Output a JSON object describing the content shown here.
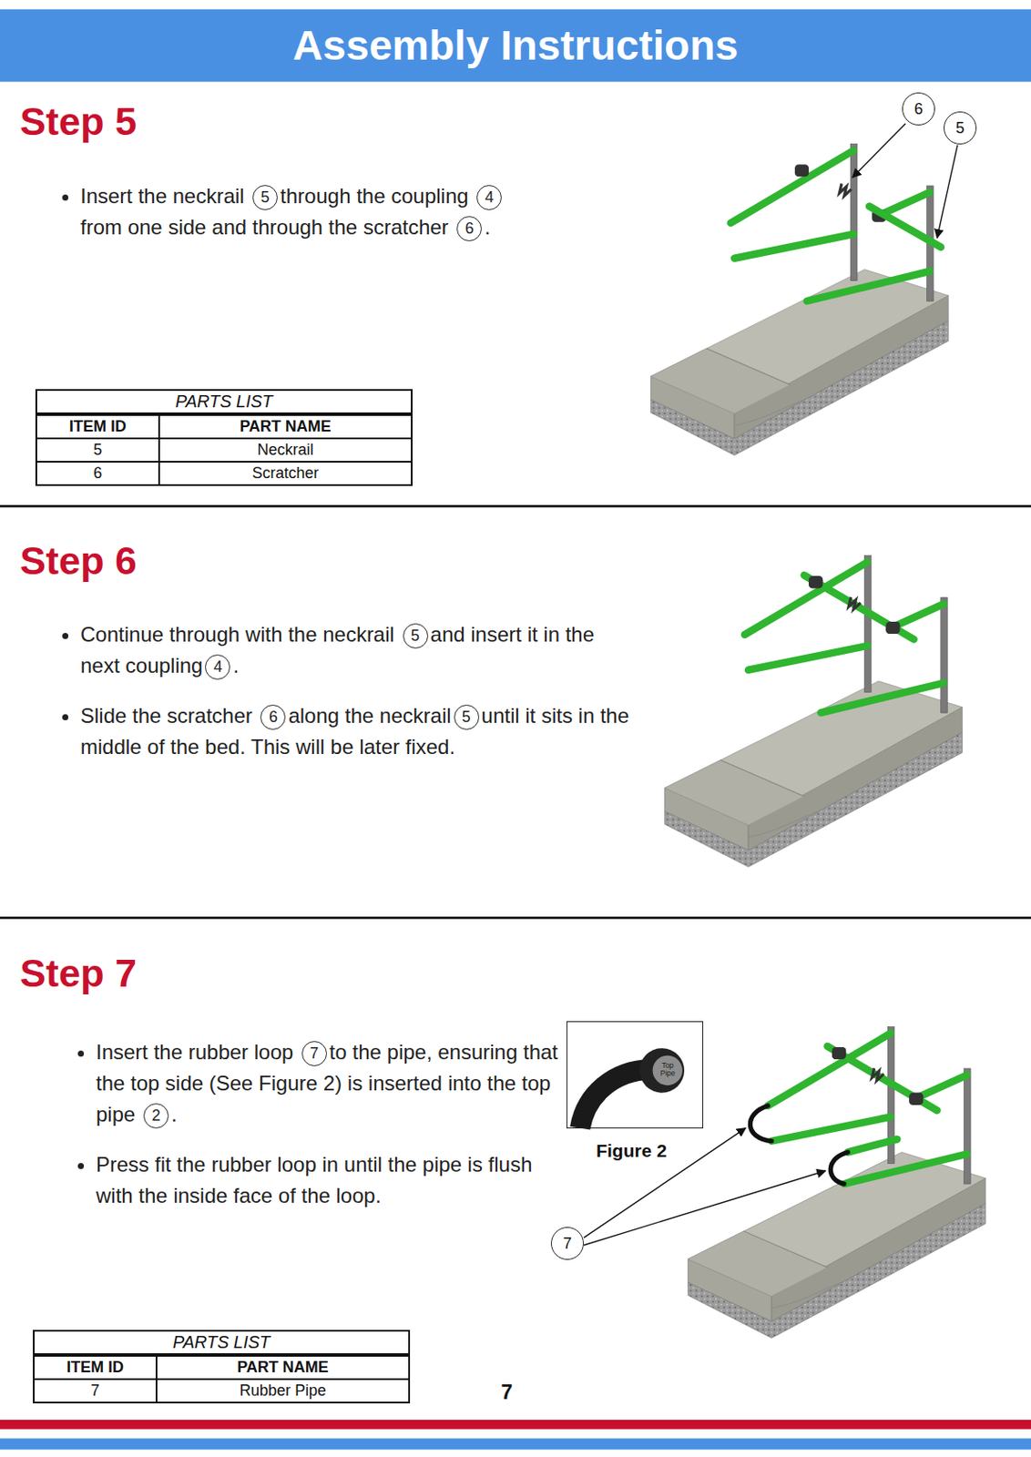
{
  "diagram": {
    "title": "Assembly Instructions",
    "nodes": [
      {
        "text": [
          "6"
        ]
      },
      {
        "text": [
          "5"
        ]
      },
      {
        "text": [
          "7"
        ]
      }
    ],
    "labels": [
      "Step 5",
      "Insert the neckrail",
      "5",
      "through the coupling",
      "4",
      "from one side and through the scratcher",
      "6",
      ".",
      "PARTS LIST",
      "ITEM ID",
      "PART NAME",
      "5",
      "Neckrail",
      "6",
      "Scratcher",
      "Step 6",
      "Continue through with the neckrail",
      "5",
      "and insert it in the next coupling",
      "4",
      ".",
      "Slide the scratcher",
      "6",
      "along the neckrail",
      "5",
      "until it sits in the middle of the bed. This will be later fixed.",
      "Step 7",
      "Insert the rubber loop",
      "7",
      "to the pipe, ensuring that the top side (See Figure 2) is inserted into the top pipe",
      "2",
      ".",
      "Press fit the rubber loop in until the pipe is flush with the inside face of the loop.",
      "Top Pipe",
      "Figure 2",
      "PARTS LIST",
      "ITEM ID",
      "PART NAME",
      "7",
      "Rubber Pipe",
      "7"
    ]
  }
}
